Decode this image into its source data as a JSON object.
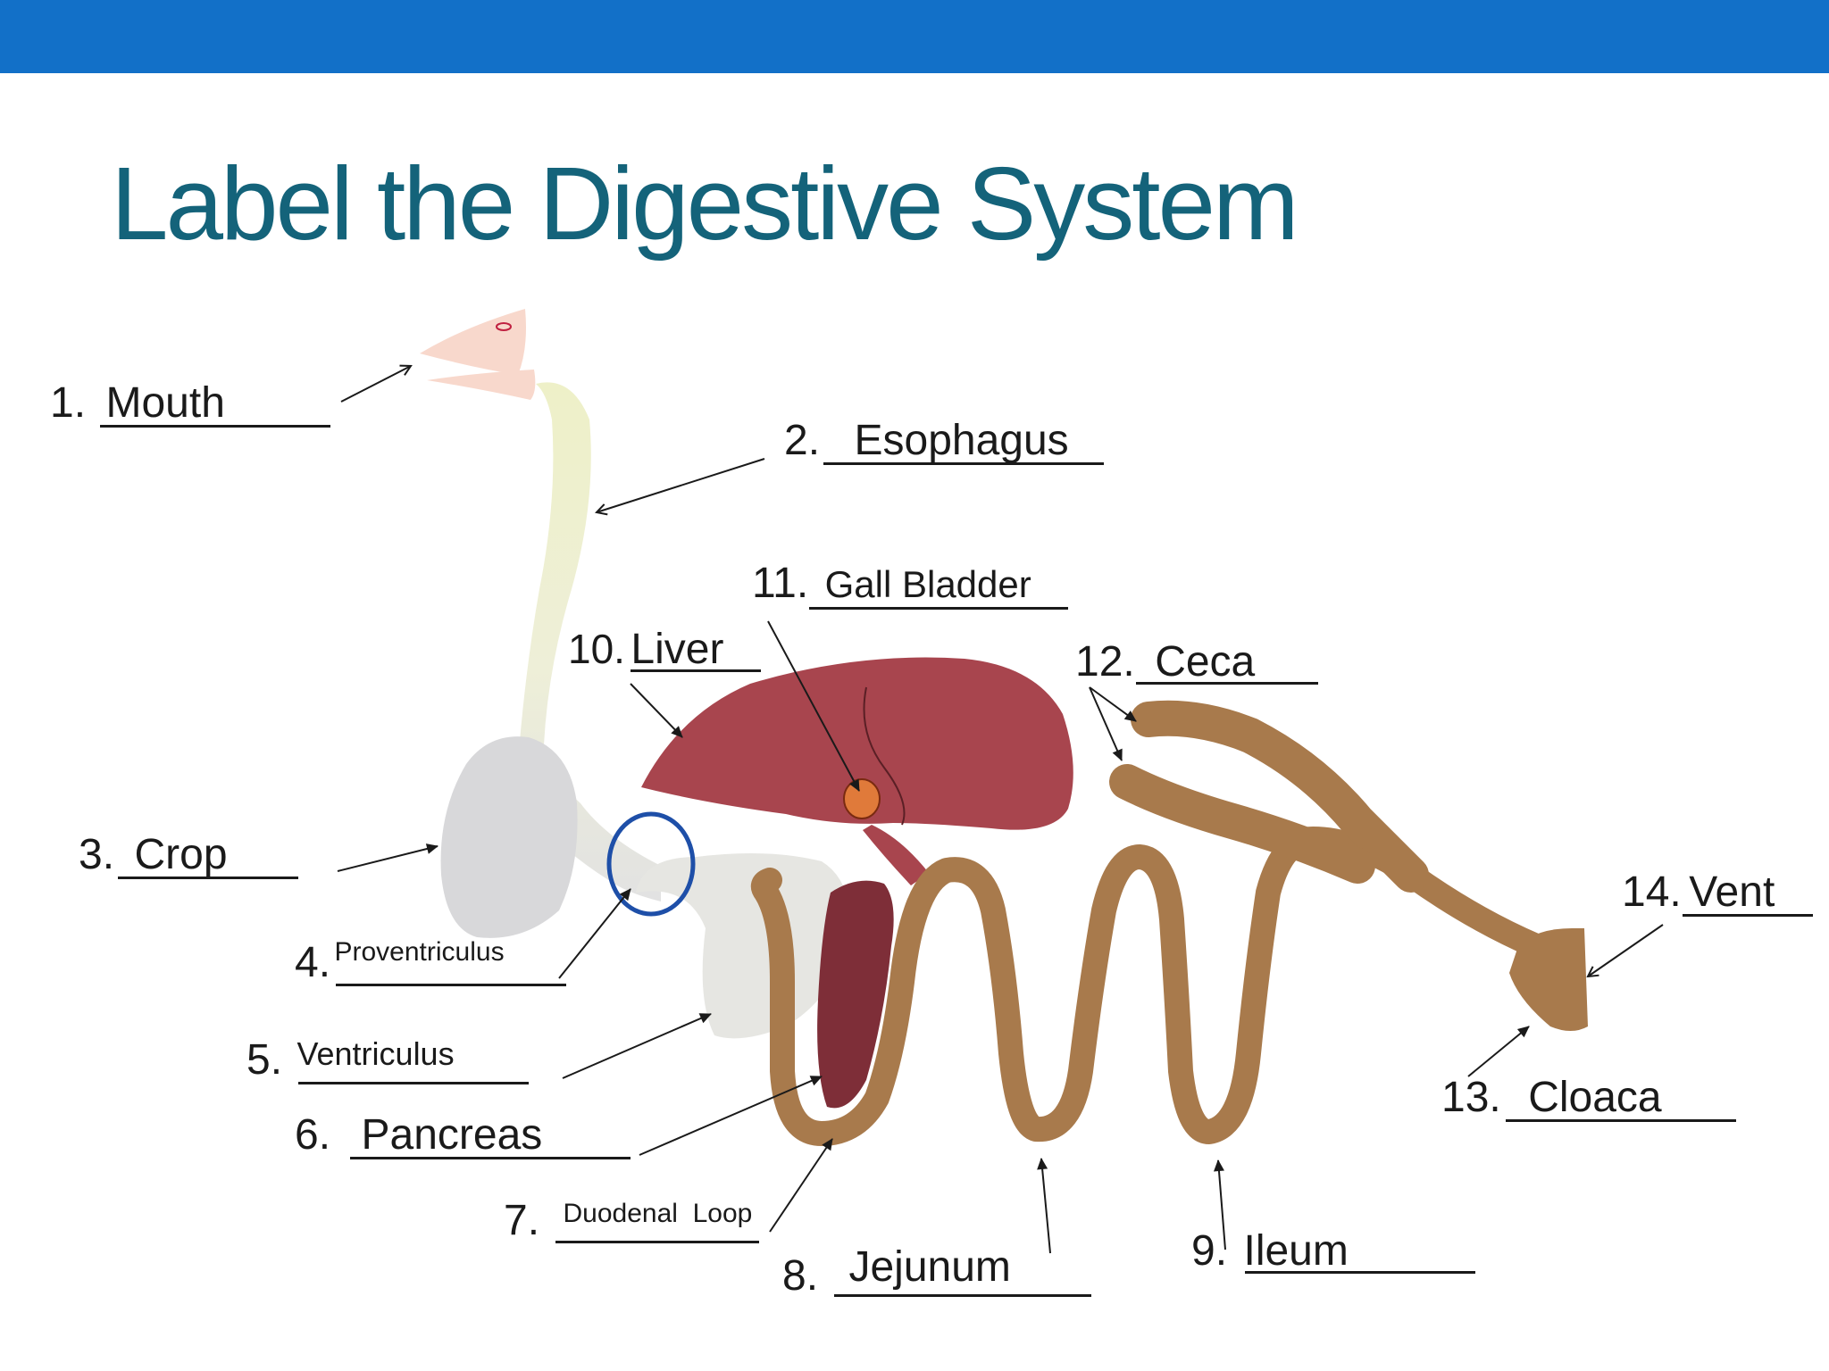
{
  "slide": {
    "title": "Label the Digestive System",
    "header_bar_color": "#1270C8",
    "title_color": "#14637A"
  },
  "diagram": {
    "organ_colors": {
      "beak": "#F8D8CC",
      "esophagus_upper": "#EEF0C8",
      "esophagus_lower": "#E2E2E2",
      "crop": "#D8D8DA",
      "liver": "#A8454E",
      "gall_bladder": "#E07A3A",
      "ventriculus": "#E6E6E2",
      "pancreas": "#7E2E38",
      "intestine": "#A87A4C",
      "highlight_circle": "#1E4FA8"
    },
    "labels": [
      {
        "number": "1.",
        "answer": "Mouth"
      },
      {
        "number": "2.",
        "answer": "Esophagus"
      },
      {
        "number": "3.",
        "answer": "Crop"
      },
      {
        "number": "4.",
        "answer": "Proventriculus"
      },
      {
        "number": "5.",
        "answer": "Ventriculus"
      },
      {
        "number": "6.",
        "answer": "Pancreas"
      },
      {
        "number": "7.",
        "answer": "Duodenal  Loop"
      },
      {
        "number": "8.",
        "answer": "Jejunum"
      },
      {
        "number": "9.",
        "answer": "Ileum"
      },
      {
        "number": "10.",
        "answer": "Liver"
      },
      {
        "number": "11.",
        "answer": "Gall Bladder"
      },
      {
        "number": "12.",
        "answer": "Ceca"
      },
      {
        "number": "13.",
        "answer": "Cloaca"
      },
      {
        "number": "14.",
        "answer": "Vent"
      }
    ]
  }
}
